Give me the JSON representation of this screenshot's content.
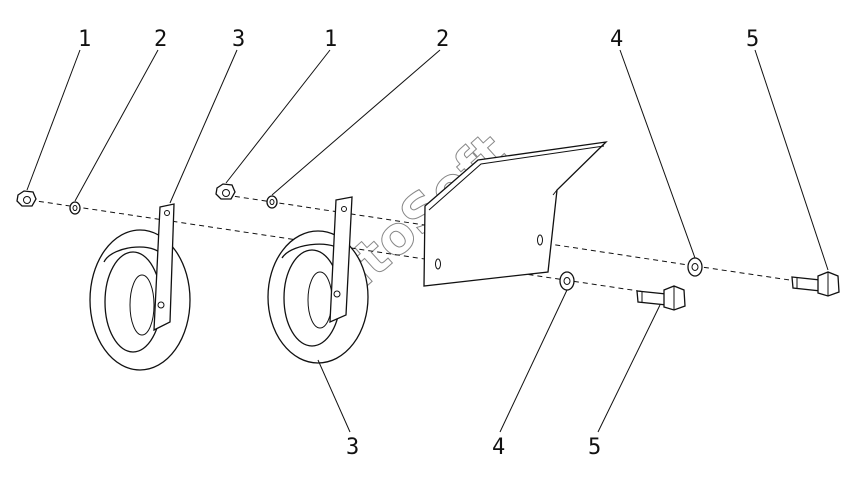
{
  "callouts": {
    "top": [
      "1",
      "2",
      "3",
      "1",
      "2",
      "4",
      "5"
    ],
    "bottom": [
      "3",
      "4",
      "5"
    ]
  },
  "watermark": "AutoSoft"
}
